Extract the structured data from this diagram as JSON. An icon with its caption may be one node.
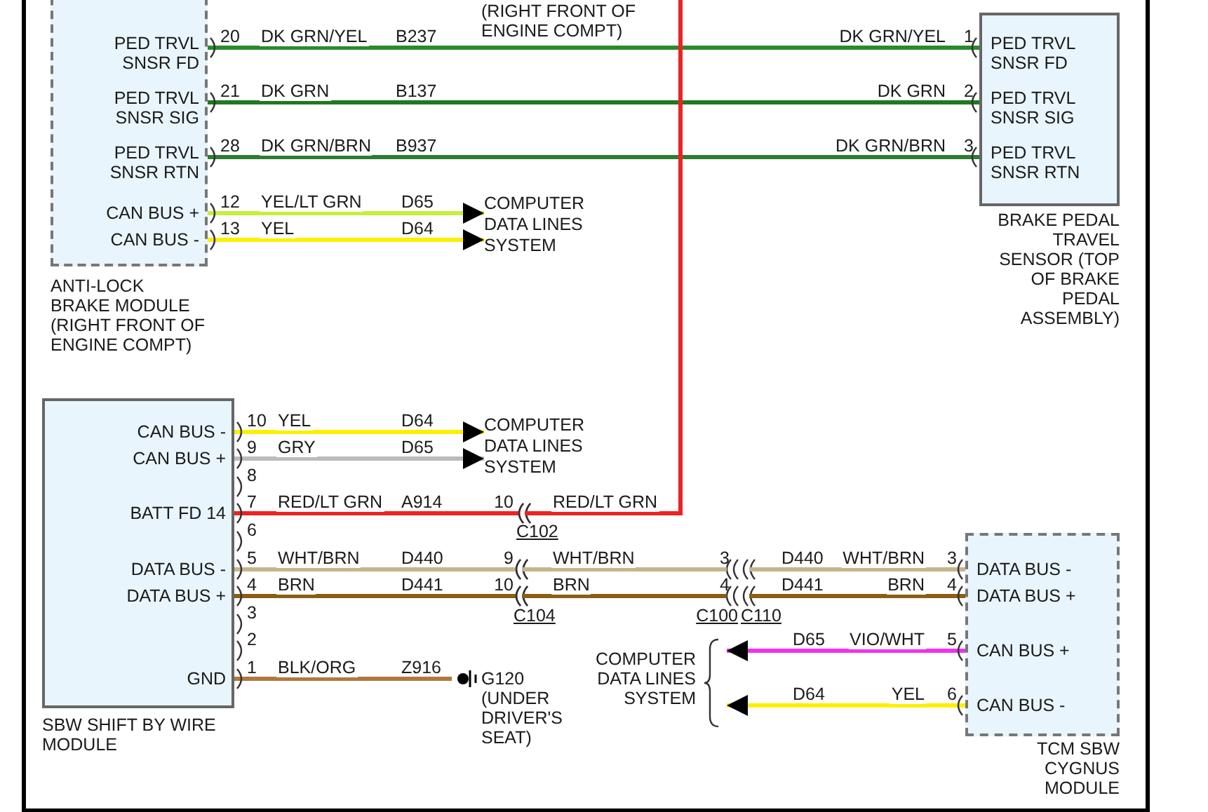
{
  "diagram": {
    "nodes": [
      {
        "text": [
          "PED TRVL SNSR FD",
          "PED TRVL SNSR SIG",
          "PED TRVL SNSR RTN",
          "CAN BUS +",
          "CAN BUS -",
          "ANTI-LOCK BRAKE MODULE (RIGHT FRONT OF ENGINE COMPT)"
        ]
      },
      {
        "text": [
          "PED TRVL SNSR FD",
          "PED TRVL SNSR SIG",
          "PED TRVL SNSR RTN",
          "BRAKE PEDAL TRAVEL SENSOR (TOP OF BRAKE PEDAL ASSEMBLY)"
        ]
      },
      {
        "text": [
          "COMPUTER DATA LINES SYSTEM"
        ]
      },
      {
        "text": [
          "CAN BUS -",
          "CAN BUS +",
          "BATT FD 14",
          "DATA BUS -",
          "DATA BUS +",
          "GND",
          "SBW SHIFT BY WIRE MODULE"
        ]
      },
      {
        "text": [
          "COMPUTER DATA LINES SYSTEM"
        ]
      },
      {
        "text": [
          "C102"
        ]
      },
      {
        "text": [
          "C104"
        ]
      },
      {
        "text": [
          "C100"
        ]
      },
      {
        "text": [
          "C110"
        ]
      },
      {
        "text": [
          "DATA BUS -",
          "DATA BUS +",
          "CAN BUS +",
          "CAN BUS -",
          "TCM SBW CYGNUS MODULE"
        ]
      },
      {
        "text": [
          "COMPUTER DATA LINES SYSTEM"
        ]
      },
      {
        "text": [
          "G120 (UNDER DRIVER'S SEAT)"
        ]
      }
    ],
    "edges": [
      {
        "from": 0,
        "to": 1,
        "arrow": "none",
        "label": "DK GRN/YEL",
        "color": "#2a8a2a"
      },
      {
        "from": 0,
        "to": 1,
        "arrow": "none",
        "label": "DK GRN",
        "color": "#1f7a1f"
      },
      {
        "from": 0,
        "to": 1,
        "arrow": "none",
        "label": "DK GRN/BRN",
        "color": "#2e7d32"
      },
      {
        "from": 0,
        "to": 2,
        "arrow": "to",
        "label": "YEL/LT GRN",
        "color": "#c6ef3a"
      },
      {
        "from": 0,
        "to": 2,
        "arrow": "to",
        "label": "YEL",
        "color": "#ffee00"
      },
      {
        "from": 3,
        "to": 4,
        "arrow": "to",
        "label": "YEL",
        "color": "#ffee00"
      },
      {
        "from": 3,
        "to": 4,
        "arrow": "to",
        "label": "GRY",
        "color": "#bbbbbb"
      },
      {
        "from": 3,
        "to": 5,
        "arrow": "none",
        "label": "RED/LT GRN",
        "color": "#ee2222"
      },
      {
        "from": 5,
        "to": null,
        "arrow": "none",
        "label": "RED/LT GRN",
        "color": "#ee2222"
      },
      {
        "from": 3,
        "to": 6,
        "arrow": "none",
        "label": "WHT/BRN",
        "color": "#c8b48c"
      },
      {
        "from": 3,
        "to": 6,
        "arrow": "none",
        "label": "BRN",
        "color": "#8b5e14"
      },
      {
        "from": 6,
        "to": 7,
        "arrow": "none",
        "label": "WHT/BRN",
        "color": "#c8b48c"
      },
      {
        "from": 6,
        "to": 7,
        "arrow": "none",
        "label": "BRN",
        "color": "#8b5e14"
      },
      {
        "from": 8,
        "to": 9,
        "arrow": "none",
        "label": "WHT/BRN",
        "color": "#c8b48c"
      },
      {
        "from": 8,
        "to": 9,
        "arrow": "none",
        "label": "BRN",
        "color": "#8b5e14"
      },
      {
        "from": 9,
        "to": 10,
        "arrow": "to",
        "label": "VIO/WHT",
        "color": "#ee33ee"
      },
      {
        "from": 9,
        "to": 10,
        "arrow": "to",
        "label": "YEL",
        "color": "#ffee00"
      },
      {
        "from": 3,
        "to": 11,
        "arrow": "none",
        "label": "BLK/ORG",
        "color": "#b07840"
      }
    ],
    "labels": [
      "(RIGHT FRONT OF ENGINE COMPT)",
      "20",
      "B237",
      "DK GRN/YEL",
      "1",
      "21",
      "B137",
      "DK GRN",
      "2",
      "28",
      "B937",
      "DK GRN/BRN",
      "3",
      "12",
      "D65",
      "13",
      "D64",
      "10",
      "D64",
      "9",
      "D65",
      "8",
      "7",
      "A914",
      "10",
      "6",
      "5",
      "D440",
      "9",
      "3",
      "D440",
      "3",
      "4",
      "D441",
      "10",
      "4",
      "D441",
      "4",
      "3",
      "2",
      "1",
      "Z916",
      "D65",
      "5",
      "D64",
      "6"
    ]
  }
}
